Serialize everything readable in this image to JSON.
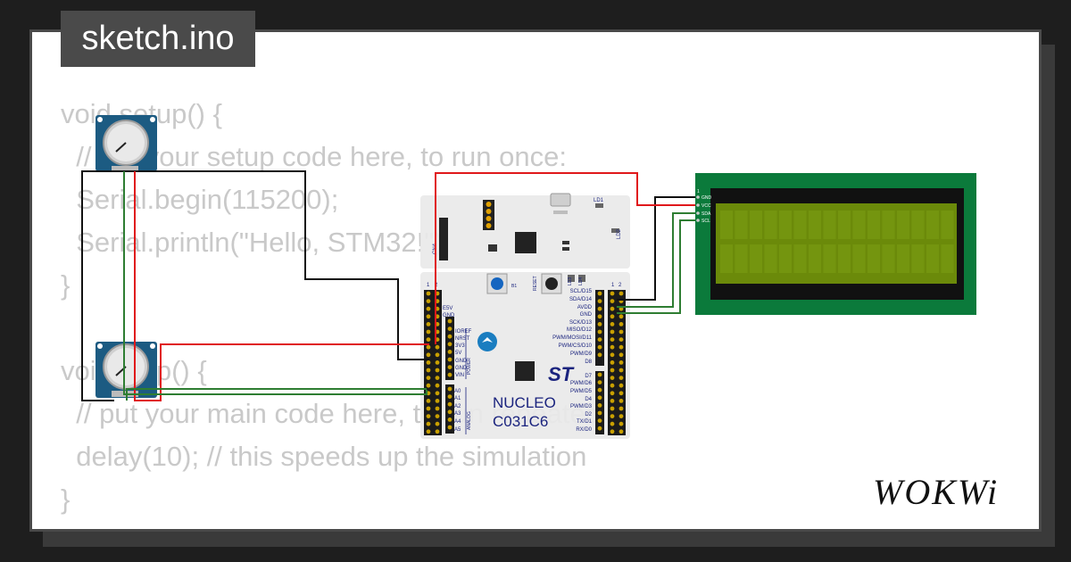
{
  "file_tab": {
    "label": "sketch.ino"
  },
  "code_lines": [
    "void setup() {",
    "  // put your setup code here, to run once:",
    "  Serial.begin(115200);",
    "  Serial.println(\"Hello, STM32!\");",
    "}",
    "",
    "void loop() {",
    "  // put your main code here, to run repeatedly:",
    "  delay(10); // this speeds up the simulation",
    "}"
  ],
  "board": {
    "name_line1": "NUCLEO",
    "name_line2": "C031C6",
    "left_header_labels": [
      "E5V",
      "GND",
      "IOREF",
      "NRST",
      "3V3",
      "5V",
      "GND",
      "GND",
      "VIN",
      "A0",
      "A1",
      "A2",
      "A3",
      "A4",
      "A5"
    ],
    "right_header_labels": [
      "SCL/D15",
      "SDA/D14",
      "AVDD",
      "GND",
      "SCK/D13",
      "MISO/D12",
      "PWM/MOSI/D11",
      "PWM/CS/D10",
      "PWM/D9",
      "D8",
      "D7",
      "PWM/D6",
      "PWM/D5",
      "D4",
      "PWM/D3",
      "D2",
      "TX/D1",
      "RX/D0"
    ],
    "power_label": "POWER",
    "analog_label": "ANALOG",
    "cn_labels": [
      "1",
      "2",
      "1",
      "2"
    ],
    "ld1": "LD1",
    "ld2": "LD2",
    "ld3": "LD3",
    "ld4": "LD4",
    "cn_side": "CN4",
    "b1": "B1",
    "reset": "RESET",
    "logo_text": "ST"
  },
  "lcd": {
    "pins": [
      "GND",
      "VCC",
      "SDA",
      "SCL"
    ],
    "pin_one": "1"
  },
  "brand": {
    "logo": "WOKWi"
  },
  "colors": {
    "wire_red": "#e0181b",
    "wire_green": "#2e7d32",
    "wire_black": "#111111",
    "lcd_pcb": "#0b7a3b",
    "lcd_screen": "#6b8a0a",
    "pot_blue": "#1c5b82"
  }
}
